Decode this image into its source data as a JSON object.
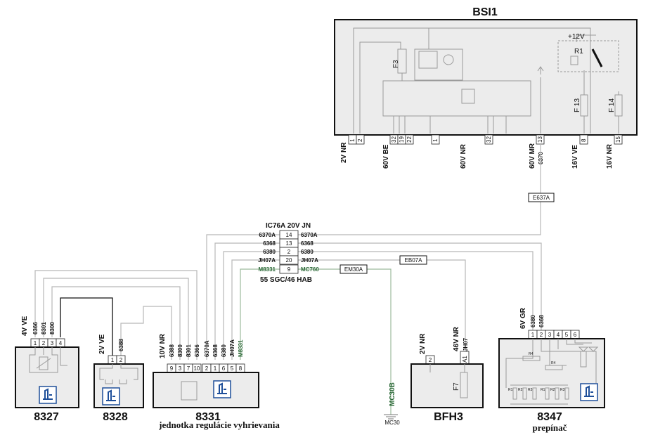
{
  "bsi": {
    "title": "BSI1",
    "fuses": [
      "F3",
      "F 13",
      "F 14"
    ],
    "relay": "R1",
    "supply": "+12V",
    "pins": [
      "1",
      "2",
      "32",
      "19",
      "22",
      "1",
      "32",
      "13",
      "8",
      "15"
    ],
    "connectors": [
      "2V NR",
      "60V BE",
      "60V NR",
      "60V MR",
      "16V VE",
      "16V NR"
    ],
    "wire_6370": "6370"
  },
  "junctions": {
    "e637a": "E637A",
    "em30a": "EM30A",
    "eb07a": "EB07A"
  },
  "interconnect": {
    "title": "IC76A 20V JN",
    "subtitle": "55 SGC/46 HAB",
    "rows": [
      {
        "left": "6370A",
        "pin": "14",
        "right": "6370A"
      },
      {
        "left": "6368",
        "pin": "13",
        "right": "6368"
      },
      {
        "left": "6380",
        "pin": "2",
        "right": "6380"
      },
      {
        "left": "JH07A",
        "pin": "20",
        "right": "JH07A"
      },
      {
        "left": "M8331",
        "pin": "9",
        "right": "MC760"
      }
    ]
  },
  "c8327": {
    "id": "8327",
    "connector": "4V VE",
    "pins": [
      "1",
      "2",
      "3",
      "4"
    ],
    "wires": [
      "6366",
      "8301",
      "8300"
    ]
  },
  "c8328": {
    "id": "8328",
    "connector": "2V VE",
    "pins": [
      "1",
      "2"
    ],
    "wires": [
      "6388"
    ]
  },
  "c8331": {
    "id": "8331",
    "caption": "jednotka regulácie vyhrievania",
    "connector": "10V NR",
    "pins": [
      "9",
      "3",
      "7",
      "10",
      "2",
      "1",
      "6",
      "5",
      "8"
    ],
    "wires": [
      "6388",
      "8300",
      "8301",
      "6366",
      "6370A",
      "6368",
      "6380",
      "JH07A",
      "M8331"
    ]
  },
  "ground": {
    "wire": "MC30B",
    "label": "MC30"
  },
  "bfh3": {
    "id": "BFH3",
    "connector_left": "2V NR",
    "connector_right": "46V NR",
    "pin_left": "2",
    "pin_right": "A1",
    "wire": "JH07",
    "fuse": "F7"
  },
  "c8347": {
    "id": "8347",
    "caption": "prepínač",
    "connector": "6V GR",
    "pins": [
      "1",
      "2",
      "3",
      "4",
      "5",
      "6"
    ],
    "wires": [
      "6380",
      "6368"
    ],
    "resistors": [
      "R4",
      "R4",
      "R1",
      "R2",
      "R3",
      "R1",
      "R2",
      "R3"
    ]
  },
  "colors": {
    "ink": "#111111",
    "wire": "#b8b8b8",
    "box_fill": "#ececec",
    "green": "#2e6b3a",
    "seat_icon": "#1e4f9a"
  }
}
